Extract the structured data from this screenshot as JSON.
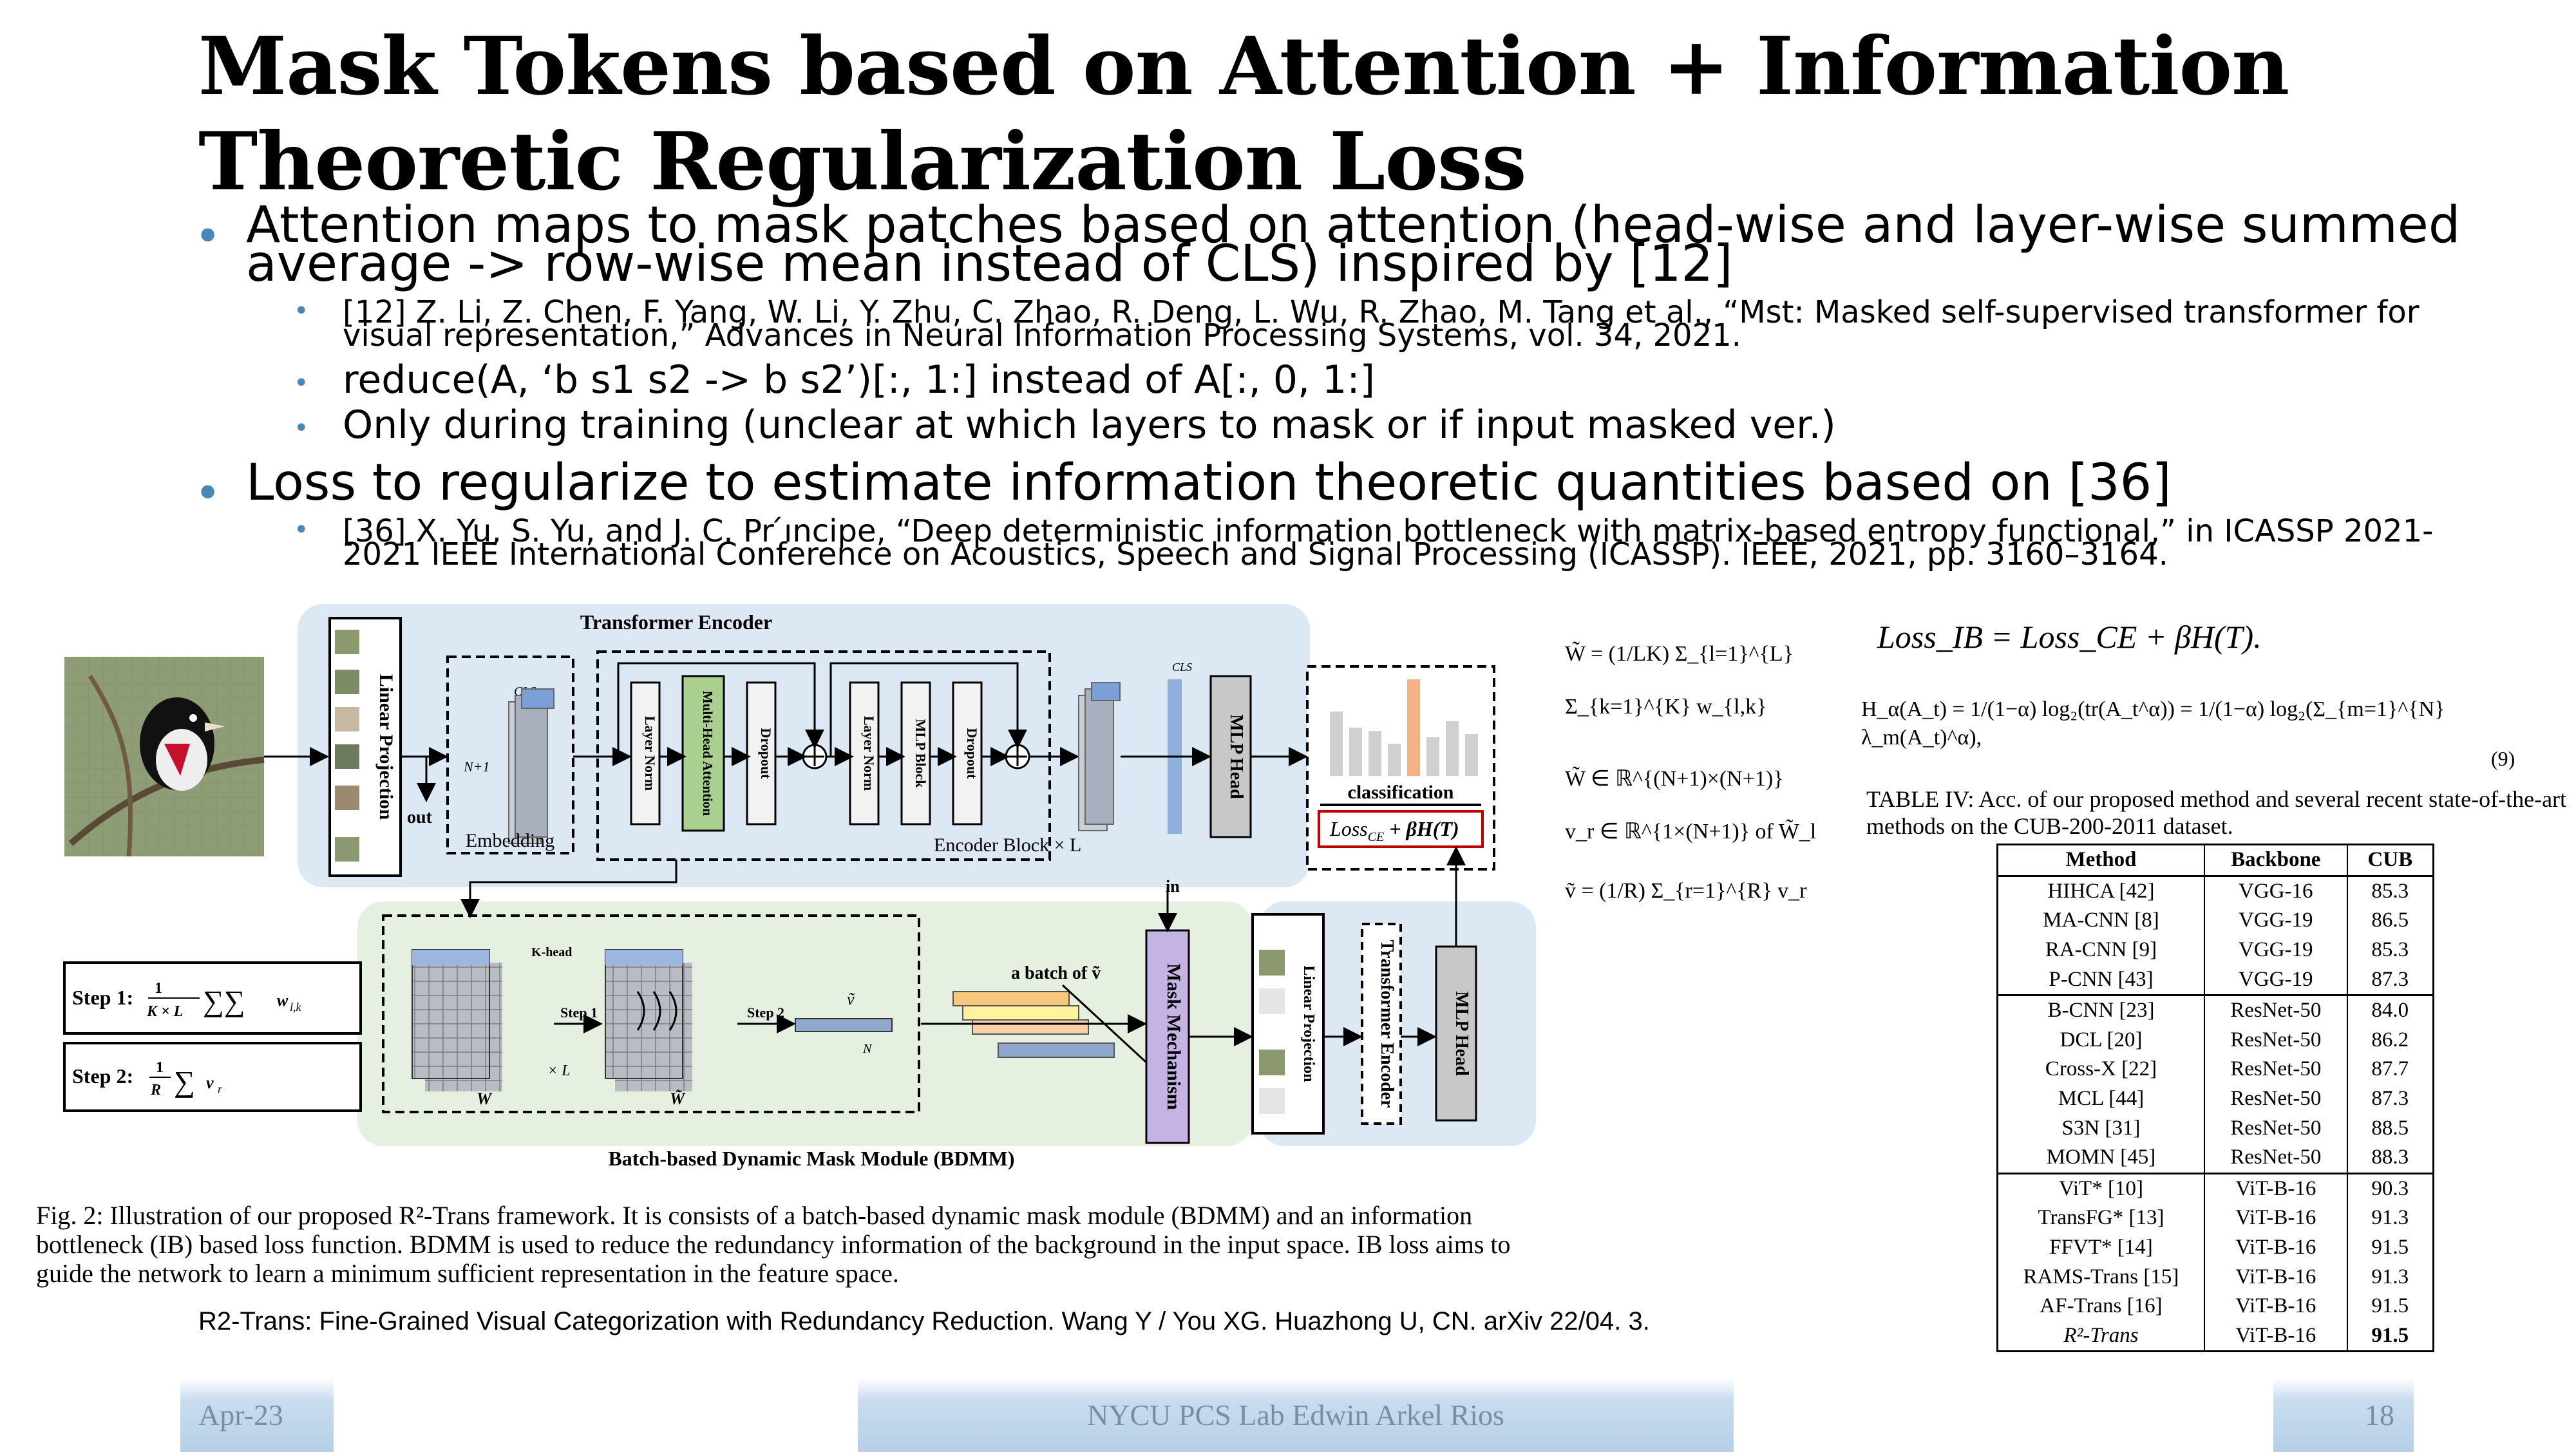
{
  "slide": {
    "title_line1": "Mask Tokens based on Attention + Information",
    "title_line2": "Theoretic Regularization Loss",
    "bullets": {
      "b1_line1": "Attention maps to mask patches based on attention (head-wise and layer-wise summed",
      "b1_line2": "average -> row-wise mean instead of CLS) inspired by [12]",
      "b1_sub1_line1": "[12] Z. Li, Z. Chen, F. Yang, W. Li, Y. Zhu, C. Zhao, R. Deng, L. Wu, R. Zhao, M. Tang et al., “Mst: Masked self-supervised transformer for",
      "b1_sub1_line2": "visual representation,” Advances in Neural Information Processing Systems, vol. 34, 2021.",
      "b1_sub2": "reduce(A, ‘b s1 s2 -> b s2’)[:, 1:] instead of A[:, 0, 1:]",
      "b1_sub3": "Only during training (unclear at which layers to mask or if input masked ver.)",
      "b2": "Loss to regularize to estimate information theoretic quantities based on [36]",
      "b2_sub1_line1": "[36] X. Yu, S. Yu, and J. C. Pr ́ıncipe, “Deep deterministic information bottleneck with matrix-based entropy functional,” in ICASSP 2021-",
      "b2_sub1_line2": "2021 IEEE International Conference on Acoustics, Speech and Signal Processing (ICASSP). IEEE, 2021, pp. 3160–3164."
    },
    "figure": {
      "transformer_encoder": "Transformer Encoder",
      "linear_projection": "Linear Projection",
      "cls": "CLS",
      "n_plus_1": "N+1",
      "embedding": "Embedding",
      "out": "out",
      "layer_norm": "Layer Norm",
      "mha": "Multi-Head Attention",
      "dropout": "Dropout",
      "mlp_block": "MLP Block",
      "encoder_block": "Encoder Block × L",
      "mlp_head": "MLP Head",
      "classification": "classification",
      "loss_label": "Loss",
      "loss_sub": "CE",
      "loss_tail": " + βH(T)",
      "in1": "in",
      "k_head": "K-head",
      "step1": "Step 1",
      "step2": "Step 2",
      "xl": "× L",
      "w_l": "W",
      "w_bar": "W̃",
      "v_tilde": "ṽ",
      "n": "N",
      "batch_of_v": "a batch of ṽ",
      "mask_mechanism": "Mask Mechanism",
      "bdmm": "Batch-based Dynamic Mask Module (BDMM)",
      "step1_formula": "Step 1:",
      "step2_formula": "Step 2:",
      "caption": "Fig. 2: Illustration of our proposed R²-Trans framework. It is consists of a batch-based dynamic mask module (BDMM) and an information bottleneck (IB) based loss function. BDMM is used to reduce the redundancy information of the background in the input space. IB loss aims to guide the network to learn a minimum sufficient representation in the feature space."
    },
    "equations": {
      "w_def": "W̃ = (1/LK) Σ_{l=1}^{L} Σ_{k=1}^{K} w_{l,k}",
      "w_dim": "W̃ ∈ ℝ^{(N+1)×(N+1)}",
      "vr_dim": "v_r ∈ ℝ^{1×(N+1)} of W̃_l",
      "v_def": "ṽ = (1/R) Σ_{r=1}^{R} v_r",
      "loss_ib": "Loss_IB = Loss_CE + βH(T).",
      "renyi": "H_α(A_t) = 1/(1−α) log₂(tr(A_t^α)) = 1/(1−α) log₂(Σ_{m=1}^{N} λ_m(A_t)^α),",
      "eq_num": "(9)"
    },
    "table": {
      "caption": "TABLE IV: Acc. of our proposed method and several recent state-of-the-art methods on the CUB-200-2011 dataset.",
      "headers": [
        "Method",
        "Backbone",
        "CUB"
      ],
      "groups": [
        [
          [
            "HIHCA [42]",
            "VGG-16",
            "85.3"
          ],
          [
            "MA-CNN [8]",
            "VGG-19",
            "86.5"
          ],
          [
            "RA-CNN [9]",
            "VGG-19",
            "85.3"
          ],
          [
            "P-CNN [43]",
            "VGG-19",
            "87.3"
          ]
        ],
        [
          [
            "B-CNN [23]",
            "ResNet-50",
            "84.0"
          ],
          [
            "DCL [20]",
            "ResNet-50",
            "86.2"
          ],
          [
            "Cross-X [22]",
            "ResNet-50",
            "87.7"
          ],
          [
            "MCL [44]",
            "ResNet-50",
            "87.3"
          ],
          [
            "S3N [31]",
            "ResNet-50",
            "88.5"
          ],
          [
            "MOMN [45]",
            "ResNet-50",
            "88.3"
          ]
        ],
        [
          [
            "ViT* [10]",
            "ViT-B-16",
            "90.3"
          ],
          [
            "TransFG* [13]",
            "ViT-B-16",
            "91.3"
          ],
          [
            "FFVT* [14]",
            "ViT-B-16",
            "91.5"
          ],
          [
            "RAMS-Trans [15]",
            "ViT-B-16",
            "91.3"
          ],
          [
            "AF-Trans [16]",
            "ViT-B-16",
            "91.5"
          ],
          [
            "R²-Trans",
            "ViT-B-16",
            "91.5"
          ]
        ]
      ]
    },
    "reference": "R2-Trans: Fine-Grained Visual Categorization with Redundancy Reduction. Wang Y / You XG. Huazhong U, CN. arXiv 22/04. 3.",
    "footer": {
      "date": "Apr-23",
      "center": "NYCU PCS Lab Edwin Arkel Rios",
      "page": "18"
    },
    "colors": {
      "bullet": "#4a86b8",
      "encoder_bg": "#dce8f4",
      "bdmm_bg": "#e6f0e1",
      "mha_fill": "#a9d08e",
      "mask_fill": "#c5b4e3",
      "loss_border": "#c00000",
      "highlight_bar": "#f4b183"
    }
  }
}
